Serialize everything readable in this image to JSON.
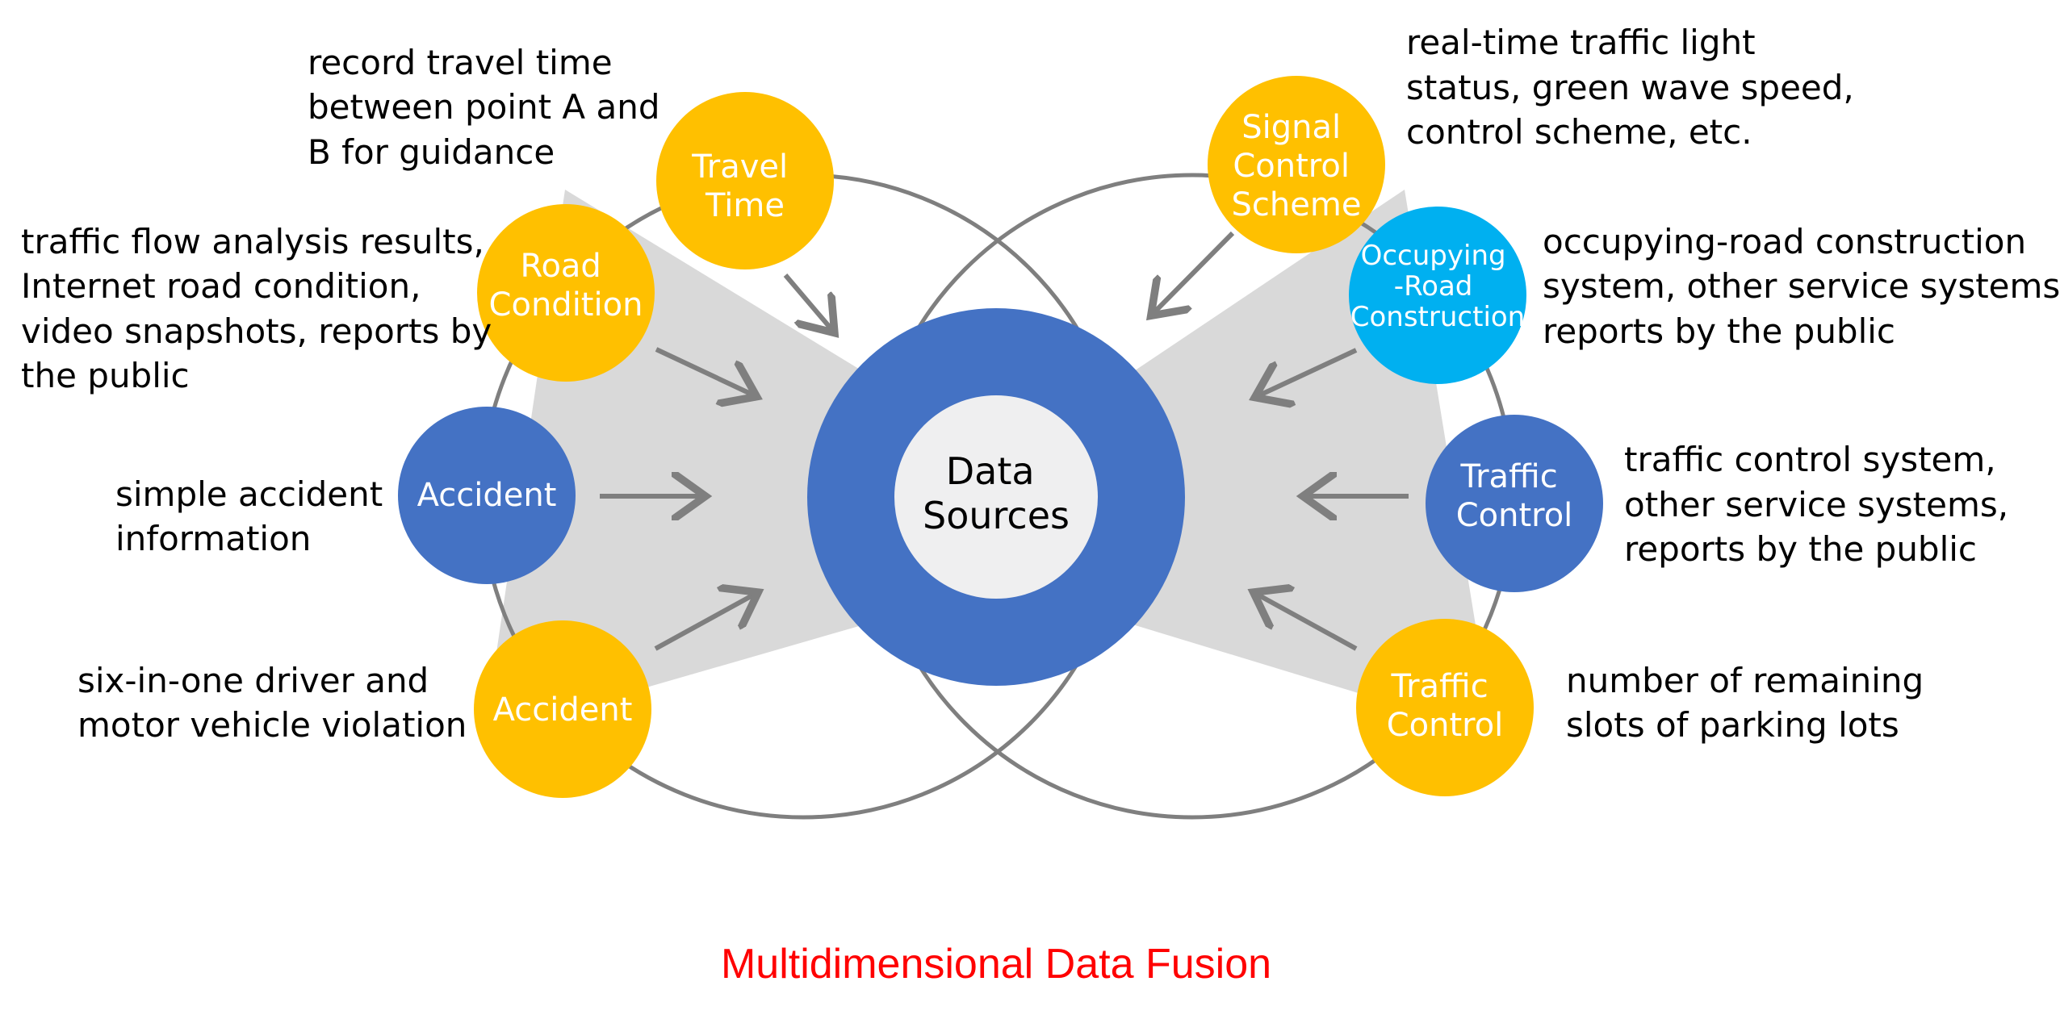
{
  "title": "Multidimensional Data Fusion",
  "center": {
    "lines": [
      "Data",
      "Sources"
    ]
  },
  "colors": {
    "yellow_node": "#FFC000",
    "blue_node": "#4472C4",
    "cyan_node": "#00B0F0",
    "center_ring": "#4472C4",
    "center_inner": "#EFEFF0",
    "venn_circle": "#7F7F7F",
    "wedge": "#D9D9D9",
    "arrow": "#7F7F7F",
    "title": "#FF0000"
  },
  "nodes": {
    "travel_time": {
      "lines": [
        "Travel",
        "Time"
      ],
      "color": "yellow"
    },
    "road_condition": {
      "lines": [
        "Road",
        "Condition"
      ],
      "color": "yellow"
    },
    "accident_blue": {
      "lines": [
        "Accident"
      ],
      "color": "blue"
    },
    "accident_yellow": {
      "lines": [
        "Accident"
      ],
      "color": "yellow"
    },
    "signal_control_scheme": {
      "lines": [
        "Signal",
        "Control",
        "Scheme"
      ],
      "color": "yellow"
    },
    "occupying_road_construction": {
      "lines": [
        "Occupying",
        "-Road",
        "Construction"
      ],
      "color": "cyan"
    },
    "traffic_control_blue": {
      "lines": [
        "Traffic",
        "Control"
      ],
      "color": "blue"
    },
    "traffic_control_yellow": {
      "lines": [
        "Traffic",
        "Control"
      ],
      "color": "yellow"
    }
  },
  "descriptions": {
    "travel_time": [
      "record travel time",
      "between point A and",
      "B for guidance"
    ],
    "road_condition": [
      "traffic flow analysis results,",
      "Internet road condition,",
      "video snapshots, reports by",
      "the public"
    ],
    "accident_blue": [
      "simple accident",
      "information"
    ],
    "accident_yellow": [
      "six-in-one driver and",
      "motor vehicle violation"
    ],
    "signal_control_scheme": [
      "real-time traffic light",
      "status, green wave speed,",
      "control scheme, etc."
    ],
    "occupying_road_construction": [
      "occupying-road construction",
      "system, other service systems,",
      "reports by the public"
    ],
    "traffic_control_blue": [
      "traffic control system,",
      "other service systems,",
      "reports by the public"
    ],
    "traffic_control_yellow": [
      "number of remaining",
      "slots of parking lots"
    ]
  }
}
